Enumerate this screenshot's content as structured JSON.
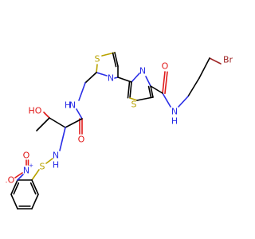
{
  "colors": {
    "carbon": "#000000",
    "nitrogen": "#2a2ee6",
    "sulfur": "#b9a300",
    "oxygen": "#e11a1a",
    "bromine": "#a02828",
    "background": "#ffffff"
  },
  "atoms": {
    "br": "Br",
    "amide_nh_right": "N",
    "amide_h_right": "H",
    "carbonyl_o_right": "O",
    "thiazole2_n": "N",
    "thiazole2_s": "S",
    "thiazole1_s": "S",
    "thiazole1_n": "N",
    "amide_nh_left": "N",
    "amide_h_left": "H",
    "carbonyl_o_left": "O",
    "hydroxyl": "HO",
    "sulfenamide_nh": "N",
    "sulfenamide_h": "H",
    "sulfenyl_s": "S",
    "nitro_n": "N",
    "nitro_n_charge": "+",
    "nitro_o_top": "O",
    "nitro_o_left": "O",
    "nitro_o_charge": "-"
  }
}
